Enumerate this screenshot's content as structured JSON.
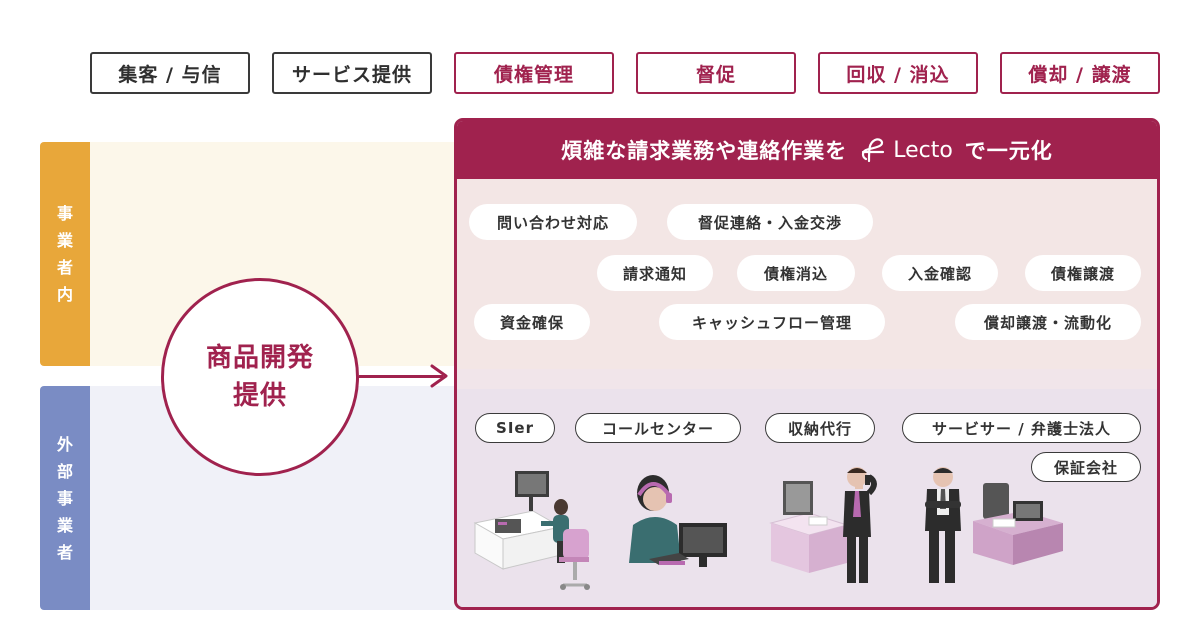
{
  "process_steps": [
    {
      "label": "集客 / 与信"
    },
    {
      "label": "サービス提供"
    },
    {
      "label": "債権管理"
    },
    {
      "label": "督促"
    },
    {
      "label": "回収 / 消込"
    },
    {
      "label": "償却 / 譲渡"
    }
  ],
  "side_labels": {
    "internal": [
      "事",
      "業",
      "者",
      "内"
    ],
    "external": [
      "外",
      "部",
      "事",
      "業",
      "者"
    ]
  },
  "center_circle": {
    "line1": "商品開発",
    "line2": "提供"
  },
  "panel": {
    "title_before": "煩雑な請求業務や連絡作業を",
    "logo_text": "Lecto",
    "title_after": "で一元化"
  },
  "internal_tasks": [
    "問い合わせ対応",
    "督促連絡・入金交渉",
    "請求通知",
    "債権消込",
    "入金確認",
    "債権譲渡",
    "資金確保",
    "キャッシュフロー管理",
    "償却譲渡・流動化"
  ],
  "external_parties": [
    "SIer",
    "コールセンター",
    "収納代行",
    "サービサー / 弁護士法人",
    "保証会社"
  ],
  "colors": {
    "brand": "#a0224e",
    "internal_accent": "#e8a73a",
    "external_accent": "#7a8cc4",
    "internal_bg": "#f3e6e5",
    "external_bg": "#ebe2ec"
  }
}
